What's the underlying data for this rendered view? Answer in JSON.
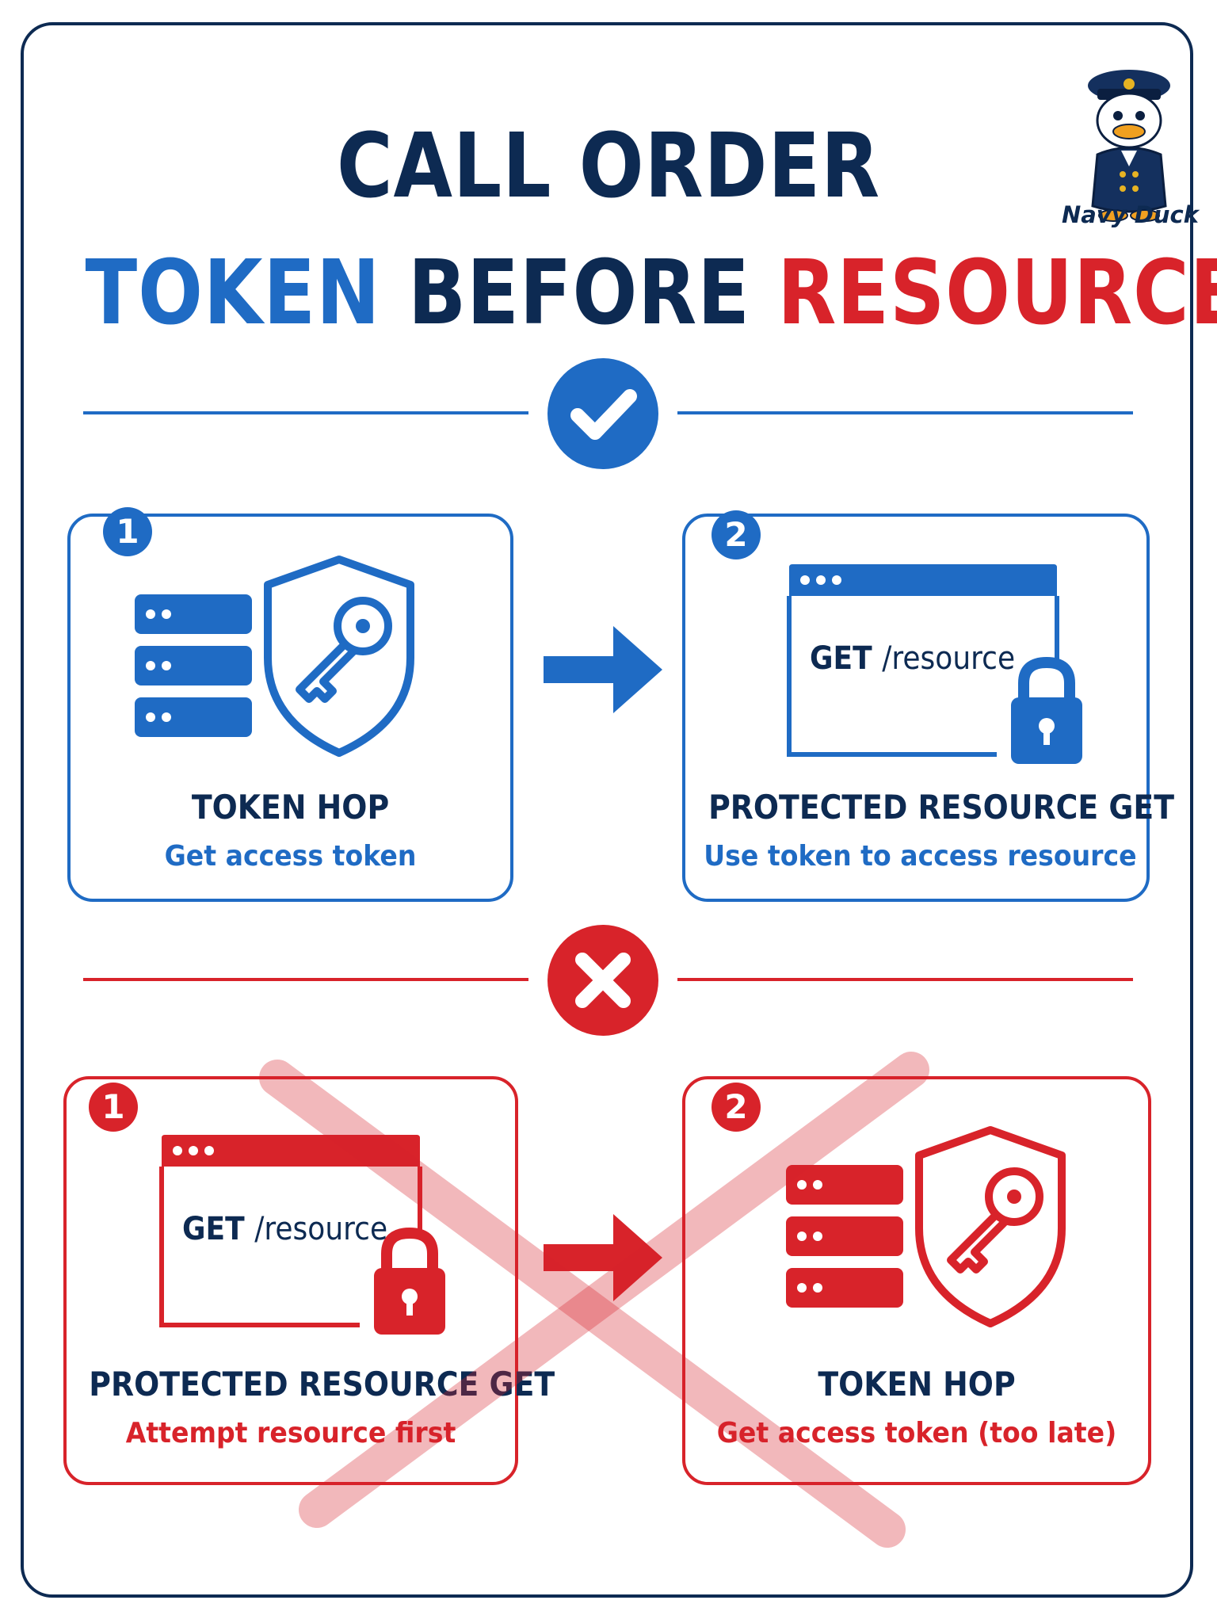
{
  "header": {
    "title_line1": "CALL ORDER",
    "title_token": "TOKEN",
    "title_before": "BEFORE",
    "title_resource": "RESOURCE",
    "mascot_label": "Navy Duck"
  },
  "colors": {
    "navy": "#0d2a52",
    "blue": "#1f6bc4",
    "red": "#d8232a"
  },
  "correct": {
    "status_icon": "check-icon",
    "steps": [
      {
        "number": "1",
        "icon": "server-shield-key-icon",
        "title": "TOKEN HOP",
        "subtitle": "Get access token"
      },
      {
        "number": "2",
        "icon": "browser-lock-icon",
        "request_method": "GET",
        "request_path": "/resource",
        "title": "PROTECTED RESOURCE GET",
        "subtitle": "Use token to access resource"
      }
    ]
  },
  "incorrect": {
    "status_icon": "x-icon",
    "steps": [
      {
        "number": "1",
        "icon": "browser-lock-icon",
        "request_method": "GET",
        "request_path": "/resource",
        "title": "PROTECTED RESOURCE GET",
        "subtitle": "Attempt resource first"
      },
      {
        "number": "2",
        "icon": "server-shield-key-icon",
        "title": "TOKEN HOP",
        "subtitle": "Get access token (too late)"
      }
    ]
  }
}
